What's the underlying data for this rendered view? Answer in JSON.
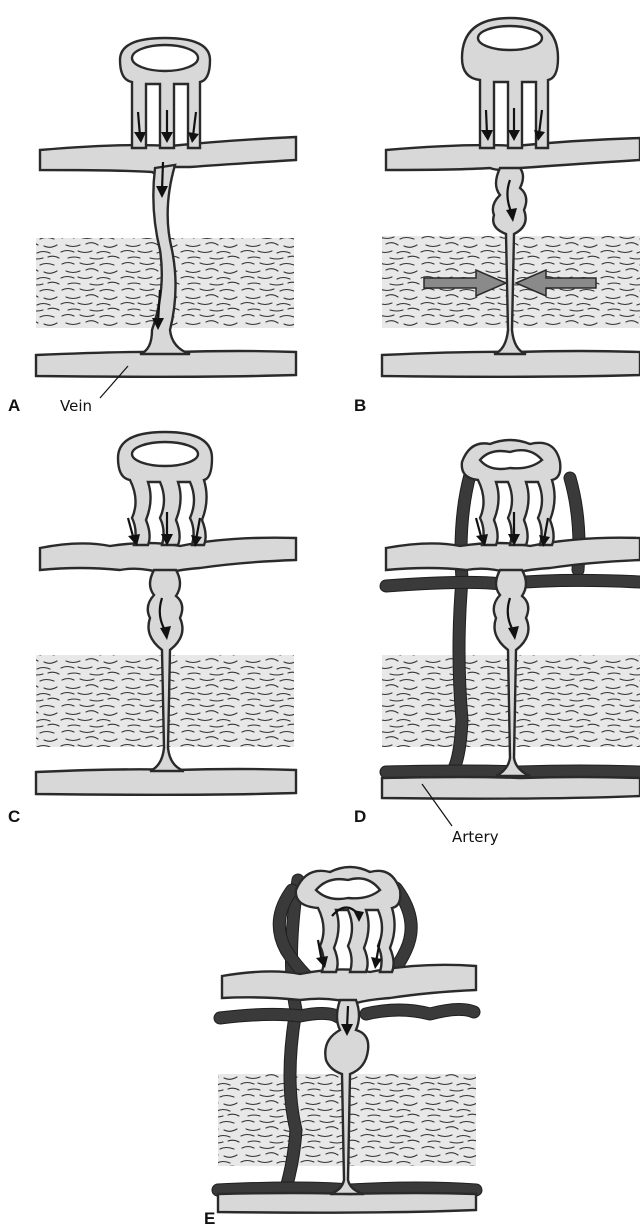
{
  "panels": [
    {
      "id": "A",
      "label": "A"
    },
    {
      "id": "B",
      "label": "B"
    },
    {
      "id": "C",
      "label": "C"
    },
    {
      "id": "D",
      "label": "D"
    },
    {
      "id": "E",
      "label": "E"
    }
  ],
  "annotations": {
    "vein": "Vein",
    "artery": "Artery"
  },
  "colors": {
    "vein_fill": "#d8d8d8",
    "artery": "#3a3a3a",
    "muscle": "#e6e6e6",
    "outline": "#2a2a2a"
  }
}
